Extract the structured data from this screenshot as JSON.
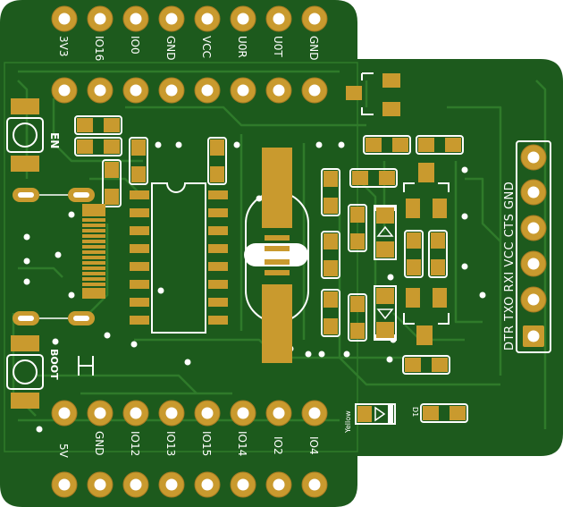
{
  "board": {
    "colors": {
      "background": "#ffffff",
      "pcb": "#1d5a1d",
      "pcb_dark": "#164a16",
      "trace": "#2f7a2a",
      "pad": "#c99a2e",
      "pad_dark": "#a67a22",
      "silk": "#ffffff",
      "hole": "#ffffff"
    }
  },
  "labels": {
    "top_header": [
      "3V3",
      "IO16",
      "IO0",
      "GND",
      "VCC",
      "U0R",
      "U0T",
      "GND"
    ],
    "bottom_header": [
      "5V",
      "GND",
      "IO12",
      "IO13",
      "IO15",
      "IO14",
      "IO2",
      "IO4"
    ],
    "right_header": "DTR TXO RXI VCC CTS GND",
    "en_button": "EN",
    "boot_button": "BOOT",
    "led_color": "Yellow",
    "led_ref": "D1"
  }
}
